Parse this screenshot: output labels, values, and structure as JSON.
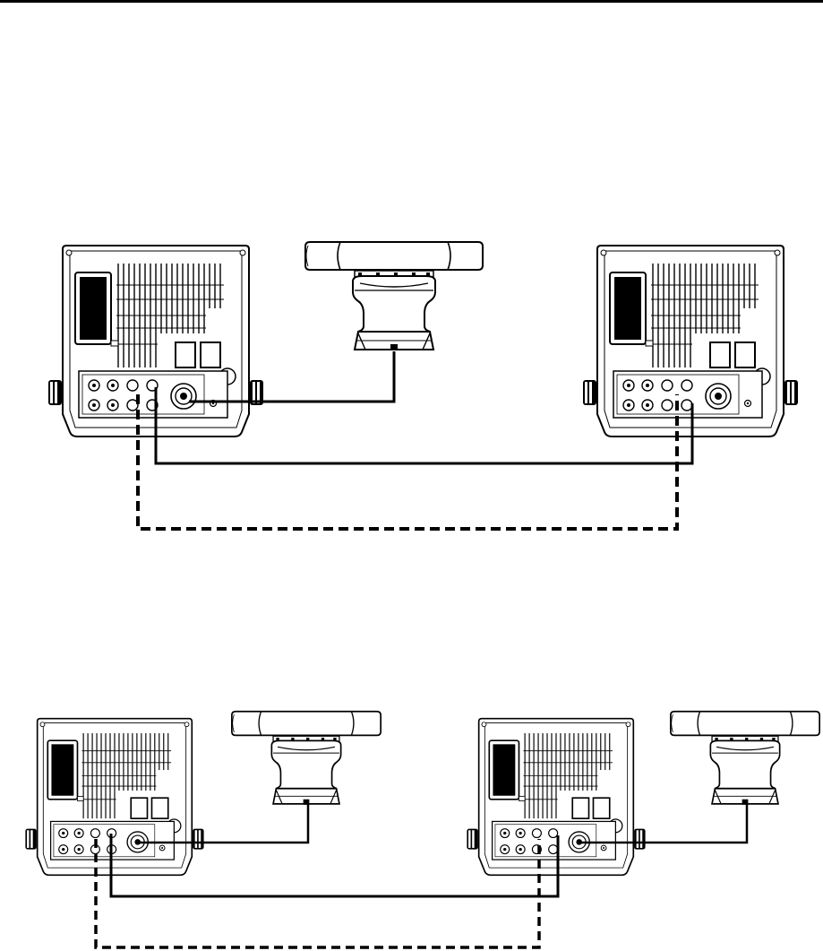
{
  "colors": {
    "line": "#000000",
    "background": "#ffffff",
    "panel_fill": "#ffffff"
  },
  "figure_1": {
    "devices": [
      "display-unit",
      "radar-antenna",
      "display-unit"
    ],
    "connections": [
      {
        "from": "display-unit-left",
        "to": "radar-antenna",
        "style": "solid"
      },
      {
        "from": "display-unit-left",
        "to": "display-unit-right",
        "style": "solid"
      },
      {
        "from": "display-unit-left",
        "to": "display-unit-right",
        "style": "dashed"
      }
    ]
  },
  "figure_2": {
    "devices": [
      "display-unit",
      "radar-antenna",
      "display-unit",
      "radar-antenna"
    ],
    "connections": [
      {
        "from": "display-unit-left",
        "to": "radar-antenna-left",
        "style": "solid"
      },
      {
        "from": "display-unit-right",
        "to": "radar-antenna-right",
        "style": "solid"
      },
      {
        "from": "display-unit-left",
        "to": "display-unit-right",
        "style": "solid"
      },
      {
        "from": "display-unit-left",
        "to": "display-unit-right",
        "style": "dashed"
      }
    ]
  }
}
